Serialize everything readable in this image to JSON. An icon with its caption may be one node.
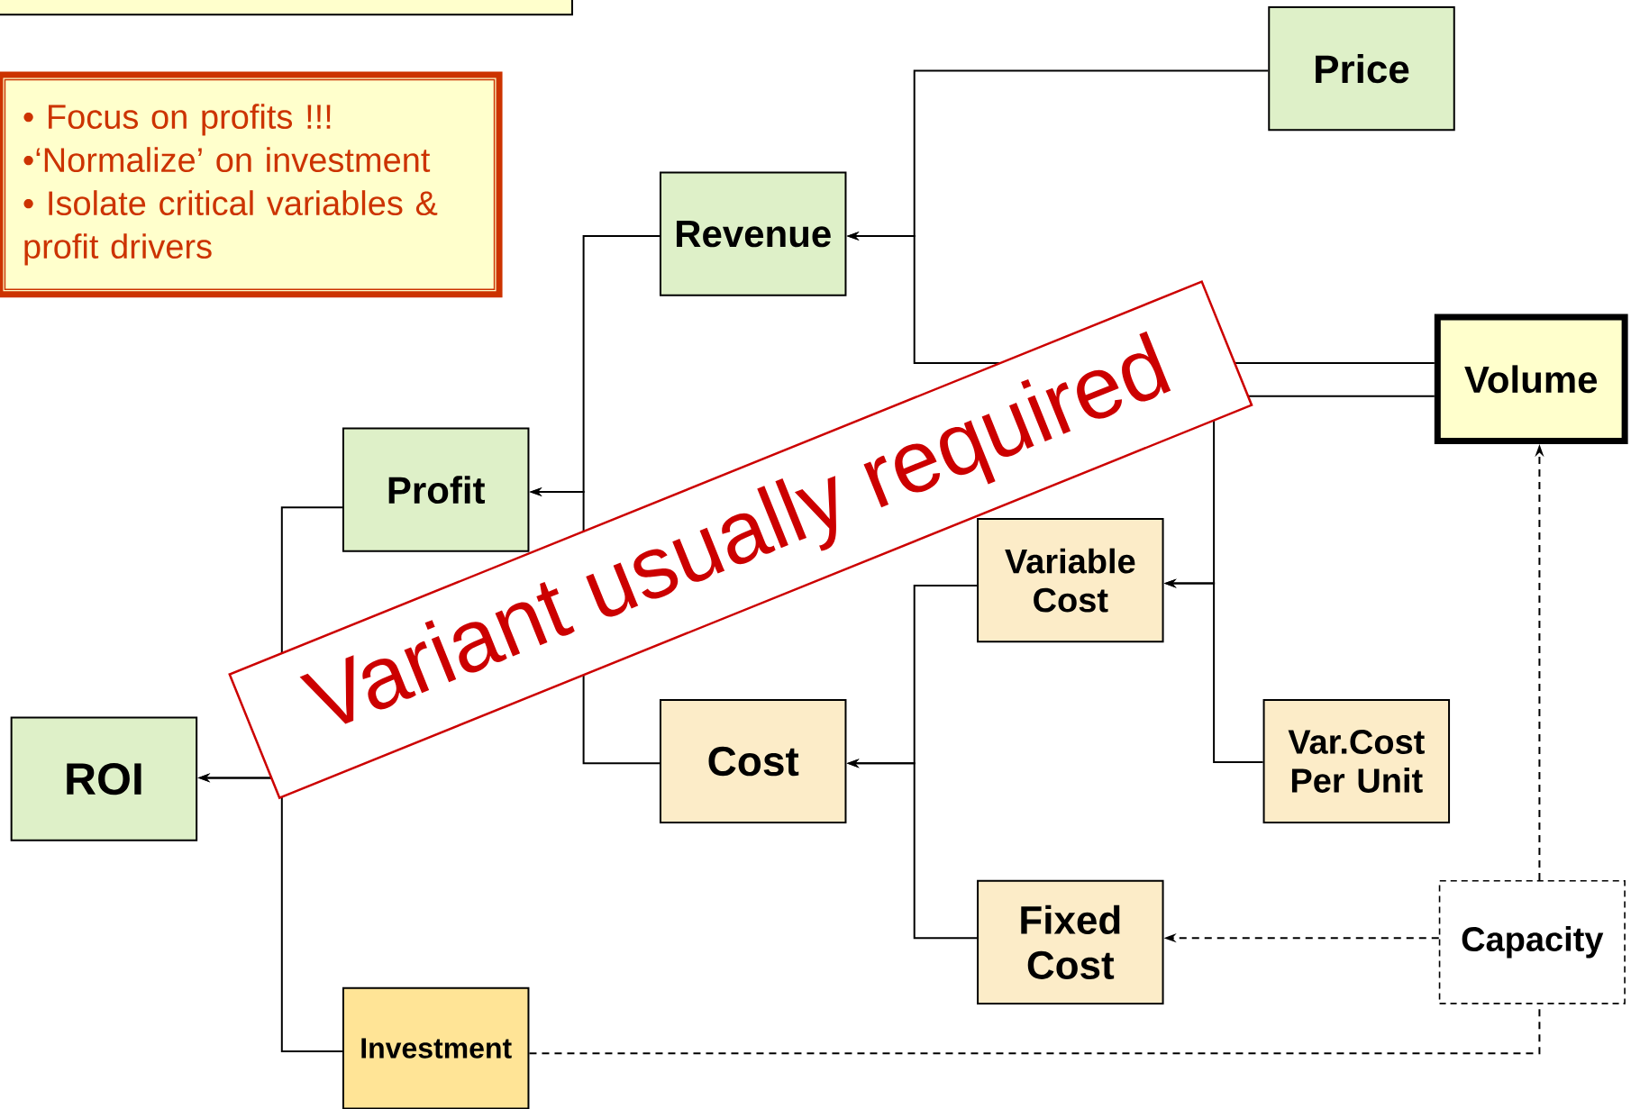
{
  "diagram": {
    "nodes": [
      {
        "text": [],
        "shape": "box"
      },
      {
        "text": [
          "• Focus on profits !!!",
          "•‘Normalize’ on investment",
          "• Isolate critical variables & profit drivers"
        ]
      },
      {
        "text": [
          "Price"
        ]
      },
      {
        "text": [
          "Revenue"
        ]
      },
      {
        "text": [
          "Volume"
        ]
      },
      {
        "text": [
          "Profit"
        ]
      },
      {
        "text": [
          "Variable Cost"
        ]
      },
      {
        "text": [
          "ROI"
        ]
      },
      {
        "text": [
          "Cost"
        ]
      },
      {
        "text": [
          "Var.Cost Per Unit"
        ]
      },
      {
        "text": [
          "Fixed Cost"
        ]
      },
      {
        "text": [
          "Capacity"
        ]
      },
      {
        "text": [
          "Investment"
        ]
      }
    ],
    "edges": [
      {
        "from": 2,
        "to": 3,
        "arrow": "to"
      },
      {
        "from": 4,
        "to": 3,
        "arrow": "to"
      },
      {
        "from": 4,
        "to": 6,
        "arrow": "to"
      },
      {
        "from": 9,
        "to": 6,
        "arrow": "to"
      },
      {
        "from": 6,
        "to": 8,
        "arrow": "to"
      },
      {
        "from": 10,
        "to": 8,
        "arrow": "to"
      },
      {
        "from": 3,
        "to": 5,
        "arrow": "to"
      },
      {
        "from": 8,
        "to": 5,
        "arrow": "to"
      },
      {
        "from": 5,
        "to": 7,
        "arrow": "to"
      },
      {
        "from": 12,
        "to": 7,
        "arrow": "to"
      },
      {
        "from": 11,
        "to": 10,
        "arrow": "to",
        "style": "dashed"
      },
      {
        "from": 11,
        "to": 4,
        "arrow": "to",
        "style": "dashed"
      },
      {
        "from": 12,
        "to": 11,
        "arrow": "none",
        "style": "dashed"
      }
    ],
    "labels": [
      "Variant usually required"
    ]
  }
}
